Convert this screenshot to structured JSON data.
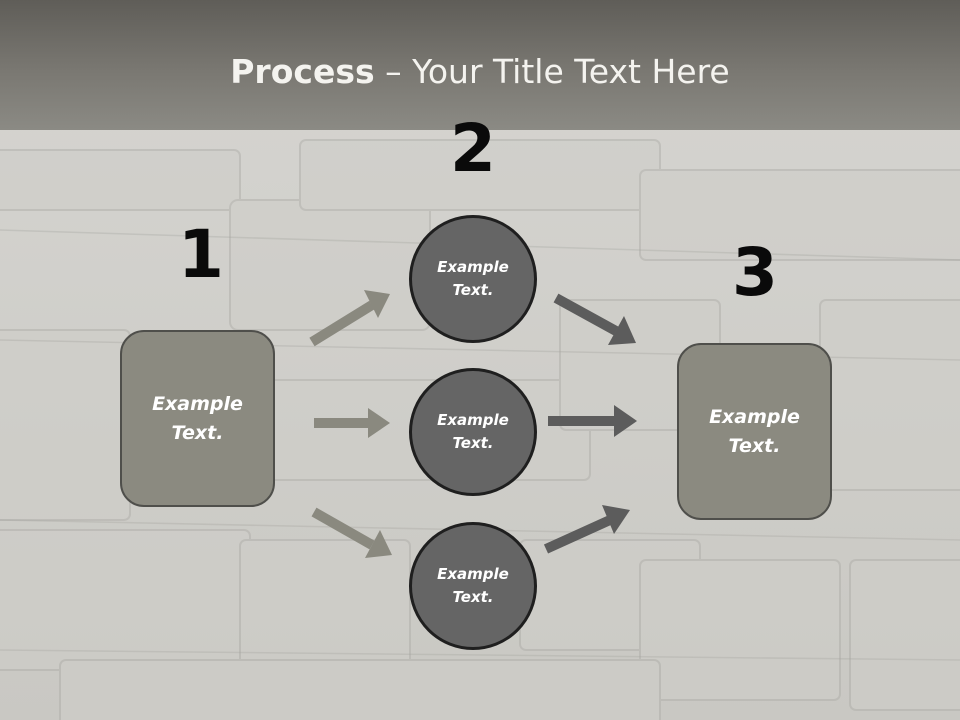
{
  "title": {
    "bold": "Process",
    "rest": " – Your Title Text Here"
  },
  "steps": [
    {
      "number": "1",
      "label_line1": "Example",
      "label_line2": "Text."
    },
    {
      "number": "2"
    },
    {
      "number": "3",
      "label_line1": "Example",
      "label_line2": "Text."
    }
  ],
  "circles": [
    {
      "line1": "Example",
      "line2": "Text."
    },
    {
      "line1": "Example",
      "line2": "Text."
    },
    {
      "line1": "Example",
      "line2": "Text."
    }
  ],
  "colors": {
    "title_band": "#7a7872",
    "box_fill": "#8b8a80",
    "circle_fill": "#656565",
    "arrow_light": "#8a897f",
    "arrow_dark": "#5c5c5c"
  }
}
